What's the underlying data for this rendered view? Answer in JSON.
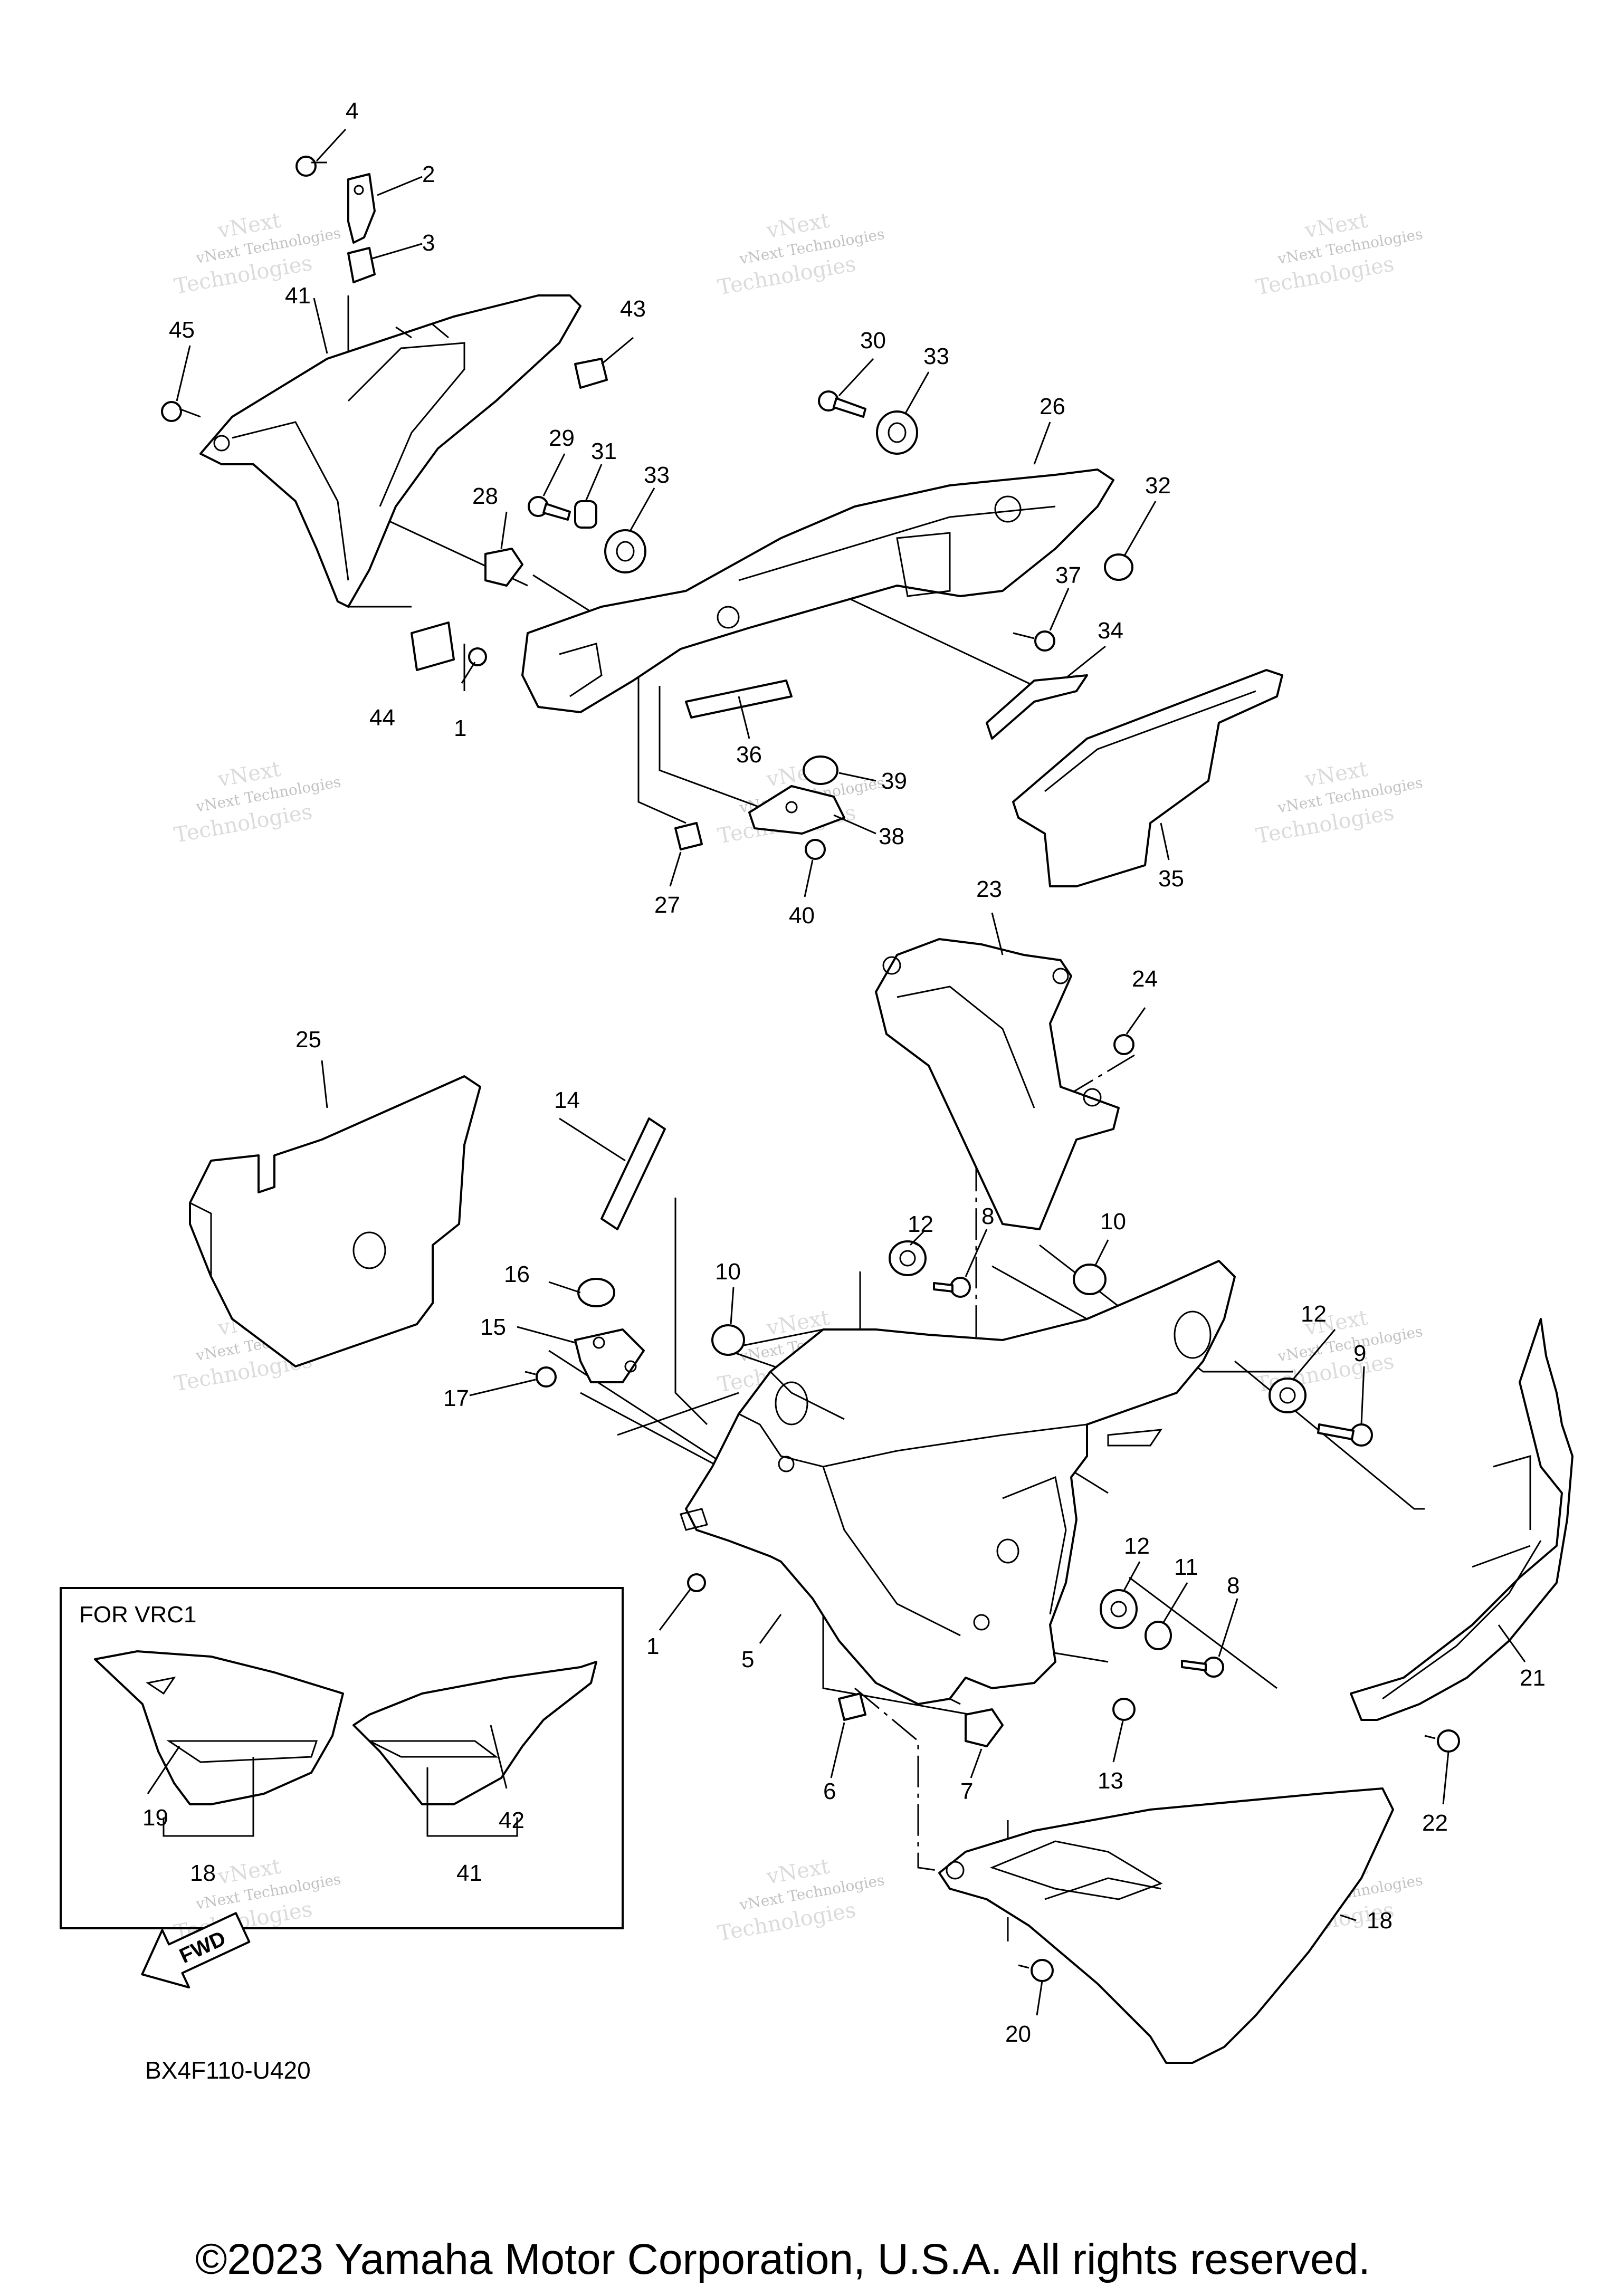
{
  "diagram": {
    "callouts": [
      "1",
      "1",
      "2",
      "3",
      "4",
      "5",
      "6",
      "7",
      "8",
      "8",
      "9",
      "10",
      "10",
      "11",
      "12",
      "12",
      "12",
      "13",
      "14",
      "15",
      "16",
      "17",
      "18",
      "18",
      "19",
      "20",
      "21",
      "22",
      "23",
      "24",
      "25",
      "26",
      "27",
      "28",
      "29",
      "30",
      "31",
      "32",
      "33",
      "33",
      "34",
      "35",
      "36",
      "37",
      "38",
      "39",
      "40",
      "41",
      "41",
      "42",
      "43",
      "44",
      "45"
    ],
    "inset_title": "FOR  VRC1",
    "fwd_label": "FWD",
    "drawing_code": "BX4F110-U420",
    "copyright": "©2023 Yamaha Motor Corporation, U.S.A. All rights reserved.",
    "watermark_line1": "vNext Technologies",
    "watermark_line2": "Technologies",
    "watermark_word": "vNext"
  }
}
